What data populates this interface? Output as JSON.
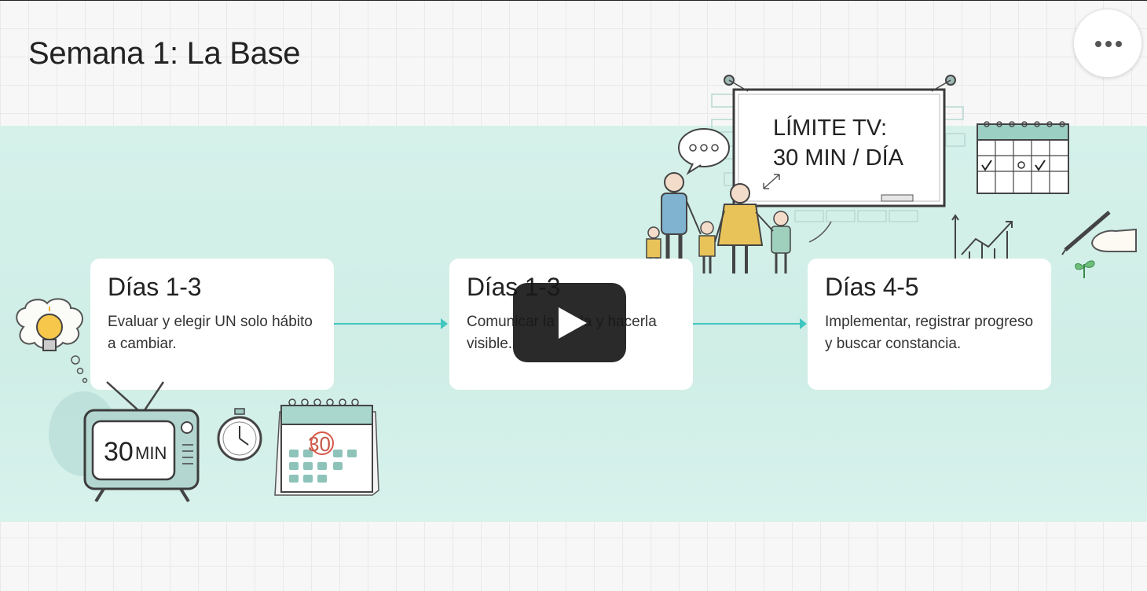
{
  "slide": {
    "title": "Semana 1: La Base"
  },
  "cards": [
    {
      "heading": "Días 1-3",
      "text": "Evaluar y elegir UN solo hábito a cambiar."
    },
    {
      "heading": "Días 1-3",
      "text": "Comunicar la regla y hacerla visible."
    },
    {
      "heading": "Días 4-5",
      "text": "Implementar, registrar progreso y buscar constancia."
    }
  ],
  "illustrations": {
    "board_line1": "LÍMITE TV:",
    "board_line2": "30 MIN / DÍA",
    "tv_number": "30",
    "tv_unit": "MIN",
    "calendar_day": "30"
  },
  "player": {
    "play_icon": "play-icon",
    "more_icon": "more-horizontal-icon"
  },
  "colors": {
    "band": "#d3f0e9",
    "connector": "#3fc7c0",
    "card": "#ffffff",
    "play_bg": "#181818"
  }
}
